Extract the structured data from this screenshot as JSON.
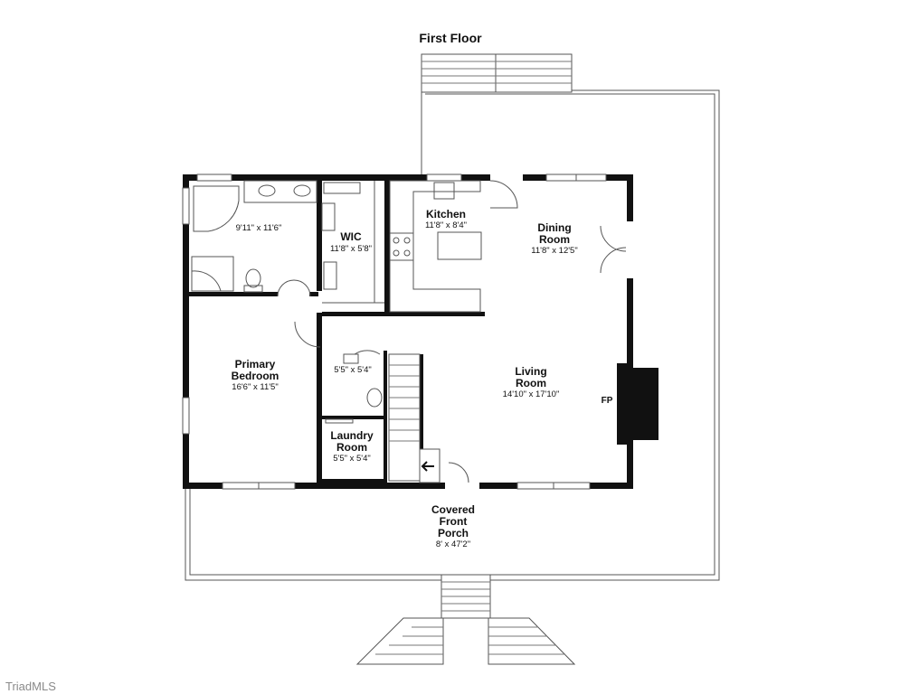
{
  "title": "First Floor",
  "rooms": {
    "bath": {
      "dims": "9'11\" x 11'6\""
    },
    "wic": {
      "name": "WIC",
      "dims": "11'8\" x 5'8\""
    },
    "kitchen": {
      "name": "Kitchen",
      "dims": "11'8\" x 8'4\""
    },
    "dining": {
      "name_line1": "Dining",
      "name_line2": "Room",
      "dims": "11'8\" x 12'5\""
    },
    "primary": {
      "name_line1": "Primary",
      "name_line2": "Bedroom",
      "dims": "16'6\" x 11'5\""
    },
    "half_bath": {
      "dims": "5'5\" x 5'4\""
    },
    "laundry": {
      "name_line1": "Laundry",
      "name_line2": "Room",
      "dims": "5'5\" x 5'4\""
    },
    "living": {
      "name_line1": "Living",
      "name_line2": "Room",
      "dims": "14'10\" x 17'10\""
    },
    "porch": {
      "name_line1": "Covered",
      "name_line2": "Front",
      "name_line3": "Porch",
      "dims": "8' x 47'2\""
    }
  },
  "fireplace_label": "FP",
  "watermark": "TriadMLS"
}
